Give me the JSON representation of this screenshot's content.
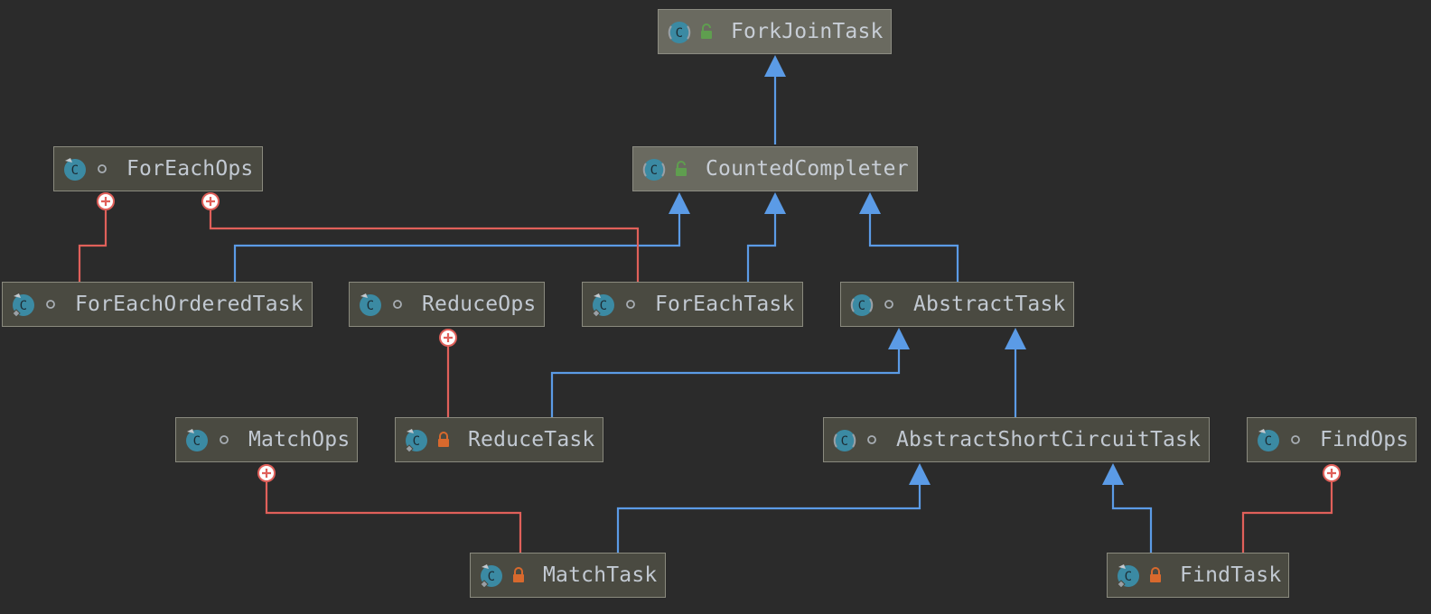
{
  "diagram": {
    "nodes": {
      "forkjointask": {
        "label": "ForkJoinTask",
        "kind": "abstract",
        "modifier": "public"
      },
      "countedcompleter": {
        "label": "CountedCompleter",
        "kind": "abstract",
        "modifier": "public"
      },
      "foreachops": {
        "label": "ForEachOps",
        "kind": "class",
        "modifier": "package"
      },
      "foreachorderedtask": {
        "label": "ForEachOrderedTask",
        "kind": "final",
        "modifier": "package"
      },
      "reduceops": {
        "label": "ReduceOps",
        "kind": "class",
        "modifier": "package"
      },
      "foreachtask": {
        "label": "ForEachTask",
        "kind": "final",
        "modifier": "package"
      },
      "abstracttask": {
        "label": "AbstractTask",
        "kind": "abstract",
        "modifier": "package"
      },
      "matchops": {
        "label": "MatchOps",
        "kind": "class",
        "modifier": "package"
      },
      "reducetask": {
        "label": "ReduceTask",
        "kind": "final",
        "modifier": "private"
      },
      "abstractshortcircuittask": {
        "label": "AbstractShortCircuitTask",
        "kind": "abstract",
        "modifier": "package"
      },
      "findops": {
        "label": "FindOps",
        "kind": "class",
        "modifier": "package"
      },
      "matchtask": {
        "label": "MatchTask",
        "kind": "final",
        "modifier": "private"
      },
      "findtask": {
        "label": "FindTask",
        "kind": "final",
        "modifier": "private"
      }
    },
    "inheritance_edges": [
      [
        "countedcompleter",
        "forkjointask"
      ],
      [
        "foreachorderedtask",
        "countedcompleter"
      ],
      [
        "foreachtask",
        "countedcompleter"
      ],
      [
        "abstracttask",
        "countedcompleter"
      ],
      [
        "reducetask",
        "abstracttask"
      ],
      [
        "abstractshortcircuittask",
        "abstracttask"
      ],
      [
        "matchtask",
        "abstractshortcircuittask"
      ],
      [
        "findtask",
        "abstractshortcircuittask"
      ]
    ],
    "nesting_edges": [
      [
        "foreachorderedtask",
        "foreachops"
      ],
      [
        "foreachtask",
        "foreachops"
      ],
      [
        "reducetask",
        "reduceops"
      ],
      [
        "matchtask",
        "matchops"
      ],
      [
        "findtask",
        "findops"
      ]
    ],
    "colors": {
      "background": "#2b2b2b",
      "inheritance": "#5b9be6",
      "nesting": "#e0605a",
      "class_icon": "#3b8aa3",
      "public_lock": "#5f9e4f",
      "private_lock": "#d8692d"
    }
  }
}
